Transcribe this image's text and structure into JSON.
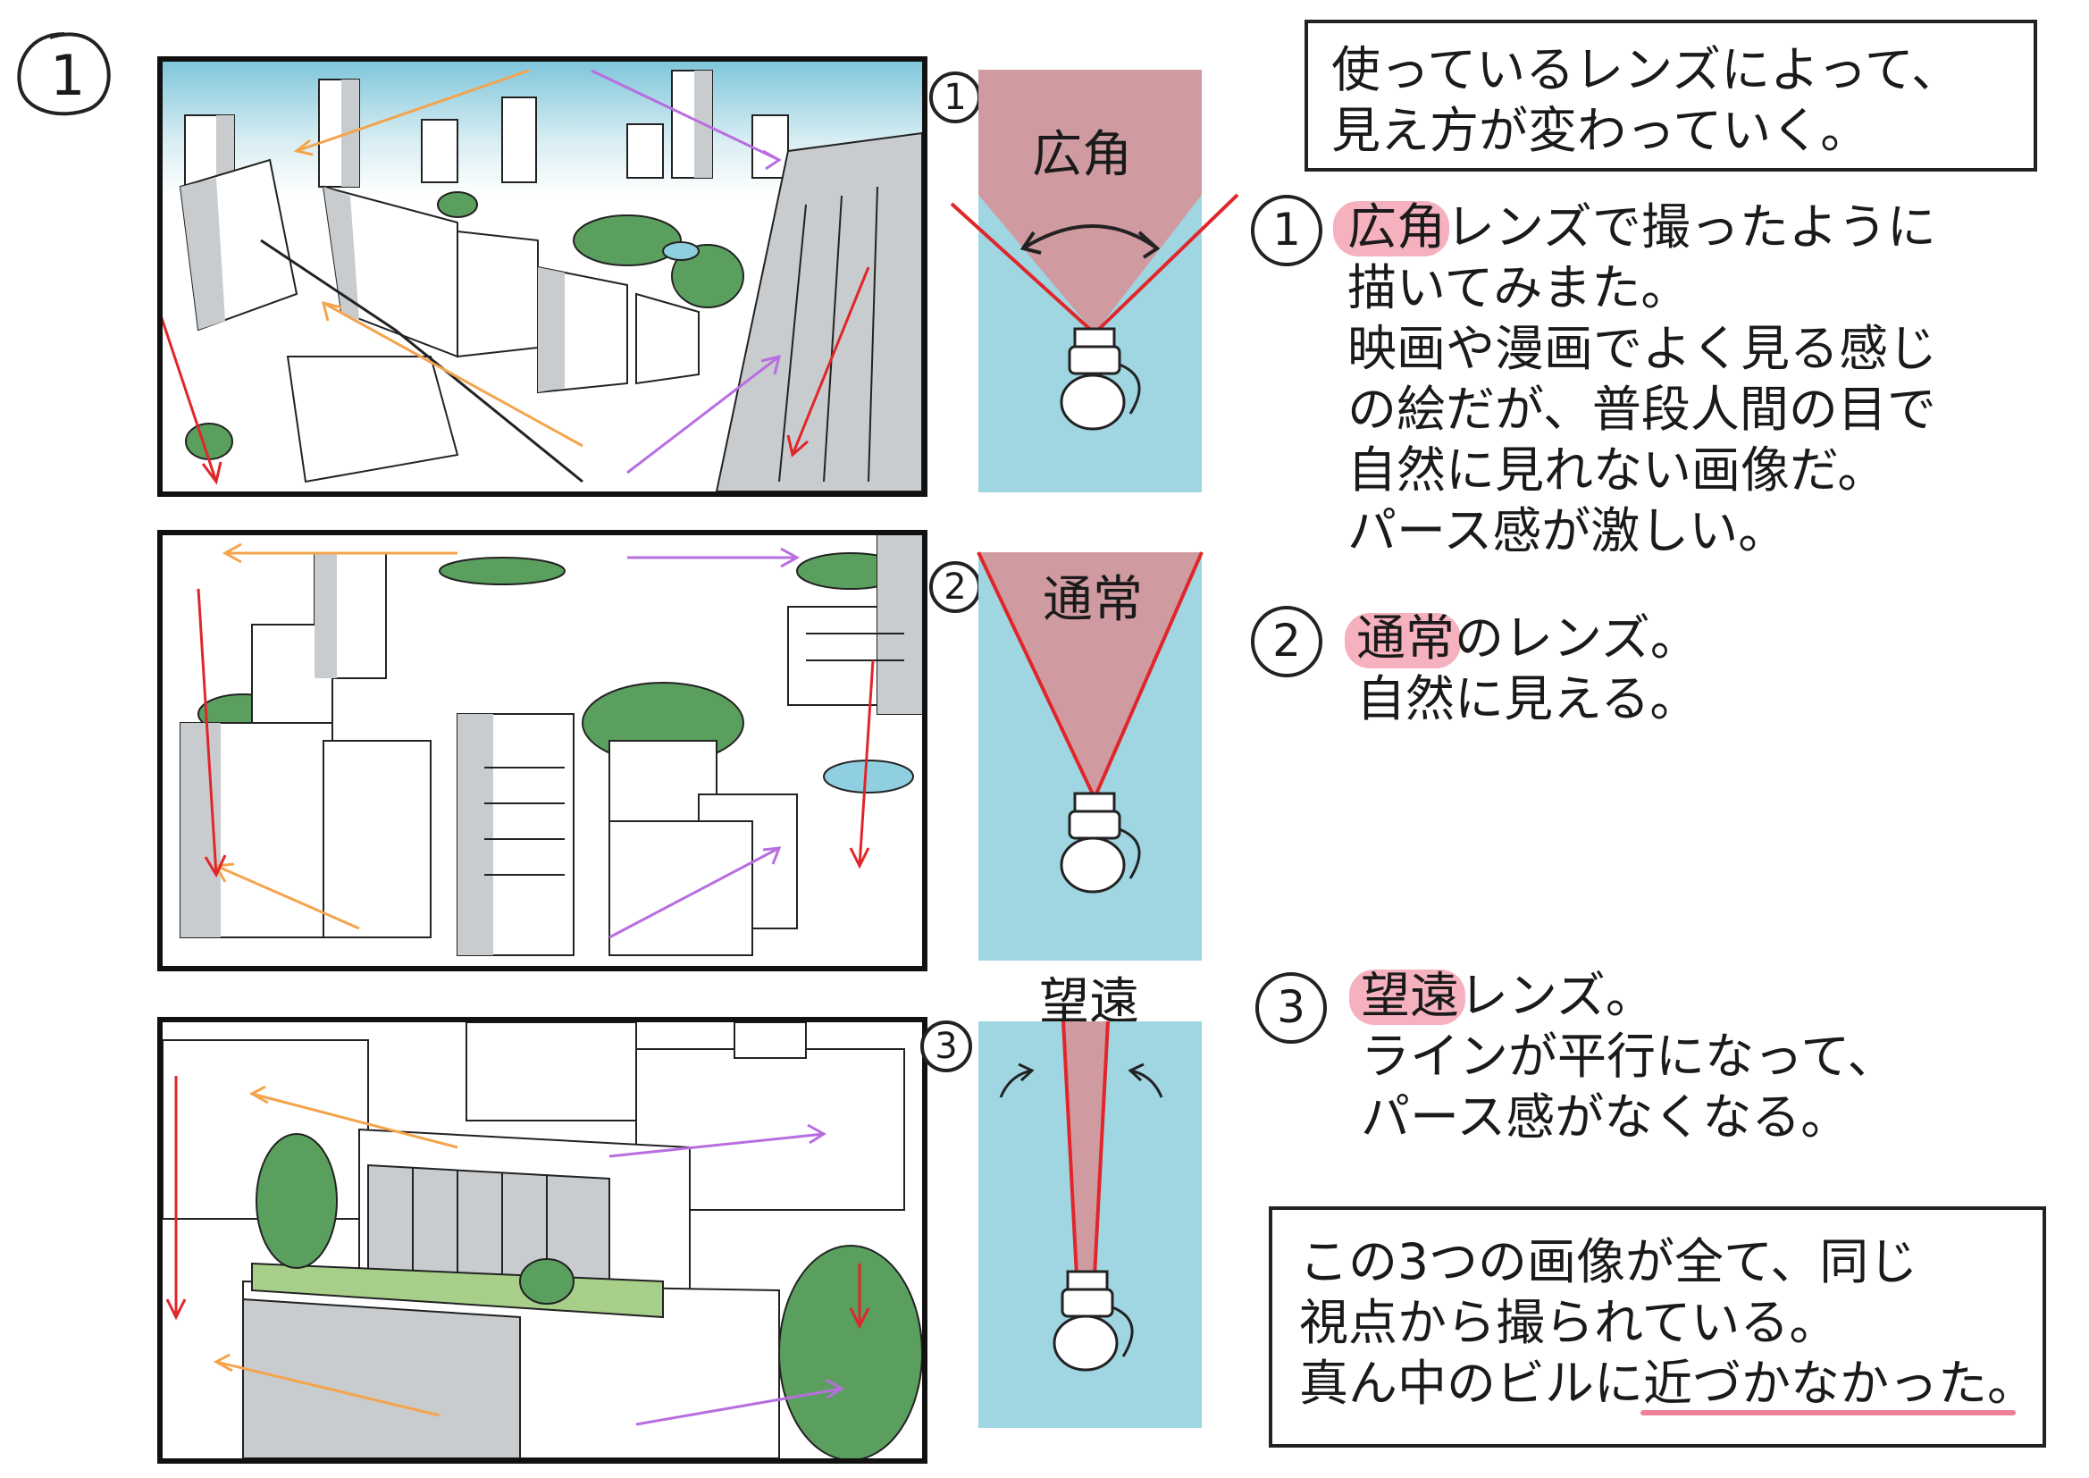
{
  "page": {
    "number": "1"
  },
  "panels": [
    {
      "id": "1",
      "lens": "広角"
    },
    {
      "id": "2",
      "lens": "通常"
    },
    {
      "id": "3",
      "lens": "望遠"
    }
  ],
  "header": {
    "line1": "使っているレンズによって、",
    "line2": "見え方が変わっていく。"
  },
  "notes": [
    {
      "num": "1",
      "highlight": "広角",
      "lines": [
        "広角レンズで撮ったように",
        "描いてみまた。",
        "映画や漫画でよく見る感じ",
        "の絵だが、普段人間の目で",
        "自然に見れない画像だ。",
        "パース感が激しい。"
      ]
    },
    {
      "num": "2",
      "highlight": "通常",
      "lines": [
        "通常のレンズ。",
        "自然に見える。"
      ]
    },
    {
      "num": "3",
      "highlight": "望遠",
      "lines": [
        "望遠レンズ。",
        "ラインが平行になって、",
        "パース感がなくなる。"
      ]
    }
  ],
  "footer": {
    "line1": "この3つの画像が全て、同じ",
    "line2": "視点から撮られている。",
    "line3": "真ん中のビルに近づかなかった。",
    "underline": "近づかなかった。"
  },
  "colors": {
    "sky": "#9fd6e2",
    "fov": "#cf9ba1",
    "fov_line": "#e0262a",
    "tree": "#5a9f5e",
    "highlight": "#f5a3b3"
  }
}
